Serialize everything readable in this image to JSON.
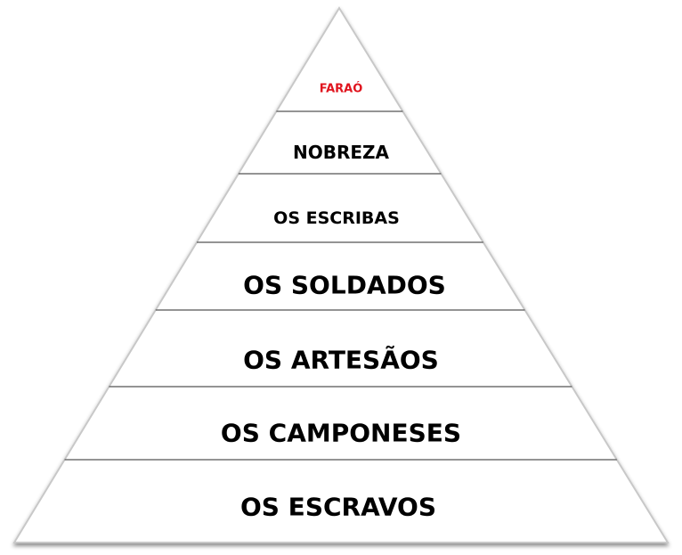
{
  "title_color": "#e0141e",
  "levels": [
    {
      "label": "FARAÓ",
      "color": "#e0141e"
    },
    {
      "label": "NOBREZA",
      "color": "#000000"
    },
    {
      "label": "OS ESCRIBAS",
      "color": "#000000"
    },
    {
      "label": "OS SOLDADOS",
      "color": "#000000"
    },
    {
      "label": "OS ARTESÃOS",
      "color": "#000000"
    },
    {
      "label": "OS CAMPONESES",
      "color": "#000000"
    },
    {
      "label": "OS ESCRAVOS",
      "color": "#000000"
    }
  ]
}
